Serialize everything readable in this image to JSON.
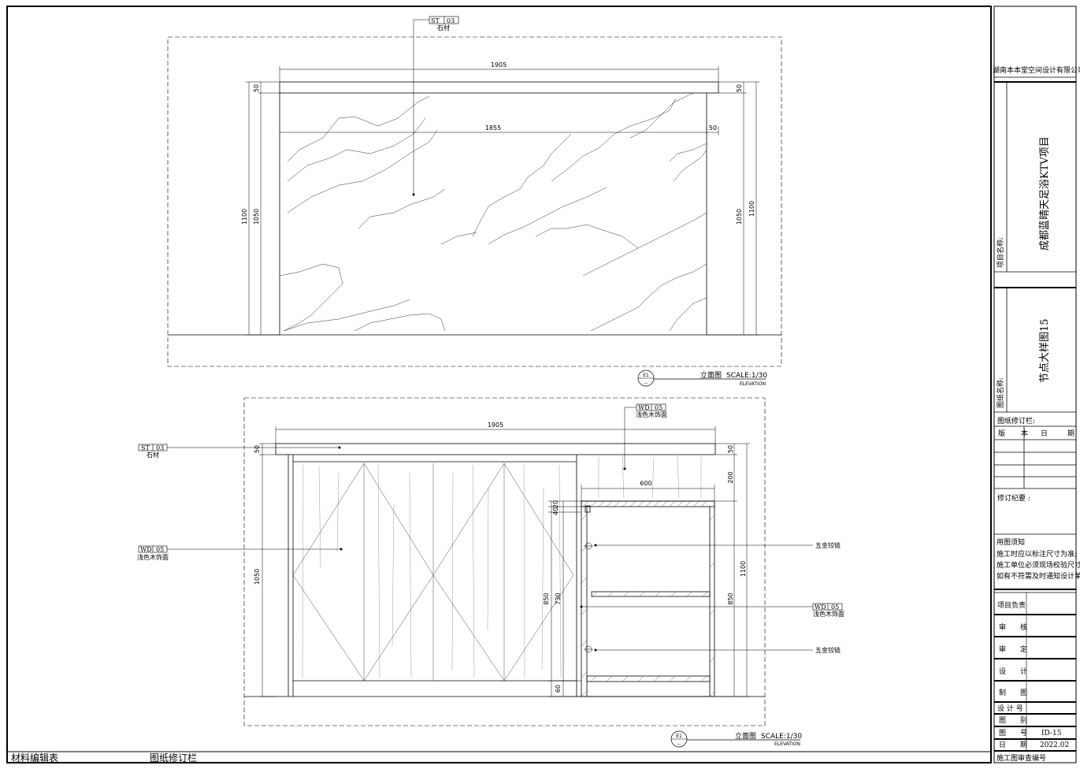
{
  "title_block": {
    "company": "湖南本本堂空间设计有限公司",
    "project_name_label": "项目名称:",
    "project_name": "成都蓝晴天足浴KTV项目",
    "drawing_name_label": "图纸名称:",
    "drawing_name": "节点大样图15",
    "revision_header": "图纸修订栏:",
    "revision_cols": [
      "版",
      "本",
      "日",
      "期"
    ],
    "revision_summary": "修订纪要 :",
    "notes_title": "用图须知",
    "notes": [
      "施工时应以标注尺寸为准;",
      "施工单位必须现场校验尺寸;",
      "如有不符需及时通知设计单位。"
    ],
    "project_lead": "项目负责",
    "review": [
      "审",
      "核"
    ],
    "approve": [
      "审",
      "定"
    ],
    "design": [
      "设",
      "计"
    ],
    "draw": [
      "制",
      "图"
    ],
    "design_no": "设 计 号",
    "category": [
      "图",
      "别"
    ],
    "drawing_no_label": [
      "图",
      "号"
    ],
    "drawing_no": "ID-15",
    "date_label": [
      "日",
      "期"
    ],
    "date": "2022.02",
    "review_no": "施工图审查编号"
  },
  "bottom_bar": {
    "material_table": "材料编辑表",
    "revision_bar": "图纸修订栏"
  },
  "elevation_top": {
    "tag_code": "ST",
    "tag_num": "03",
    "tag_label": "石材",
    "dim_width": "1905",
    "dim_inner": "1855",
    "dim_right": "50",
    "dim_top": "50",
    "dim_height_total": "1100",
    "dim_height": "1050",
    "symbol_top": "E1",
    "symbol_bottom": "--",
    "title": "立面图",
    "scale": "SCALE:1/30",
    "subtitle": "ELEVATION"
  },
  "elevation_bottom": {
    "tag_wd_code": "WD",
    "tag_wd_num": "05",
    "tag_wd_label": "浅色木饰面",
    "tag_st_code": "ST",
    "tag_st_num": "03",
    "tag_st_label": "石材",
    "hinge_label": "五金铰链",
    "dim_width": "1905",
    "dim_cabinet": "600",
    "dim_top": "50",
    "dim_200": "200",
    "dim_20": "20",
    "dim_40": "40",
    "dim_850": "850",
    "dim_730": "730",
    "dim_60": "60",
    "dim_1050": "1050",
    "dim_1100": "1100",
    "symbol_top": "E1",
    "symbol_bottom": "--",
    "title": "立面图",
    "scale": "SCALE:1/30",
    "subtitle": "ELEVATION"
  }
}
